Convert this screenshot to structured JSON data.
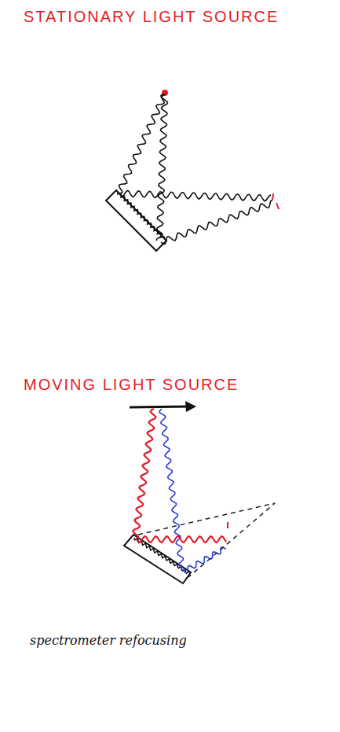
{
  "diagram": {
    "labels": [
      "STATIONARY LIGHT SOURCE",
      "MOVING LIGHT SOURCE",
      "spectrometer refocusing"
    ]
  }
}
